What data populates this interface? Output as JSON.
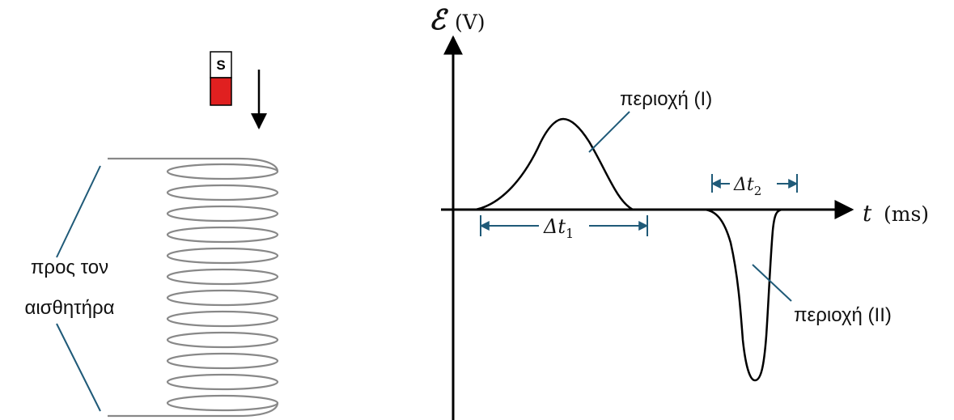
{
  "magnet": {
    "pole_label": "S",
    "pole_color": "#ffffff",
    "body_color": "#e02020"
  },
  "coil": {
    "caption_line1": "προς τον",
    "caption_line2": "αισθητήρα",
    "wire_color": "#888888",
    "lead_color": "#1f5a78"
  },
  "graph": {
    "y_axis_symbol": "ℰ",
    "y_axis_unit": "(V)",
    "x_axis_symbol": "t",
    "x_axis_unit": "(ms)",
    "region1_label": "περιοχή (I)",
    "region2_label": "περιοχή (II)",
    "dt1_symbol": "Δt",
    "dt1_sub": "1",
    "dt2_symbol": "Δt",
    "dt2_sub": "2",
    "interval_color": "#1f5a78"
  }
}
